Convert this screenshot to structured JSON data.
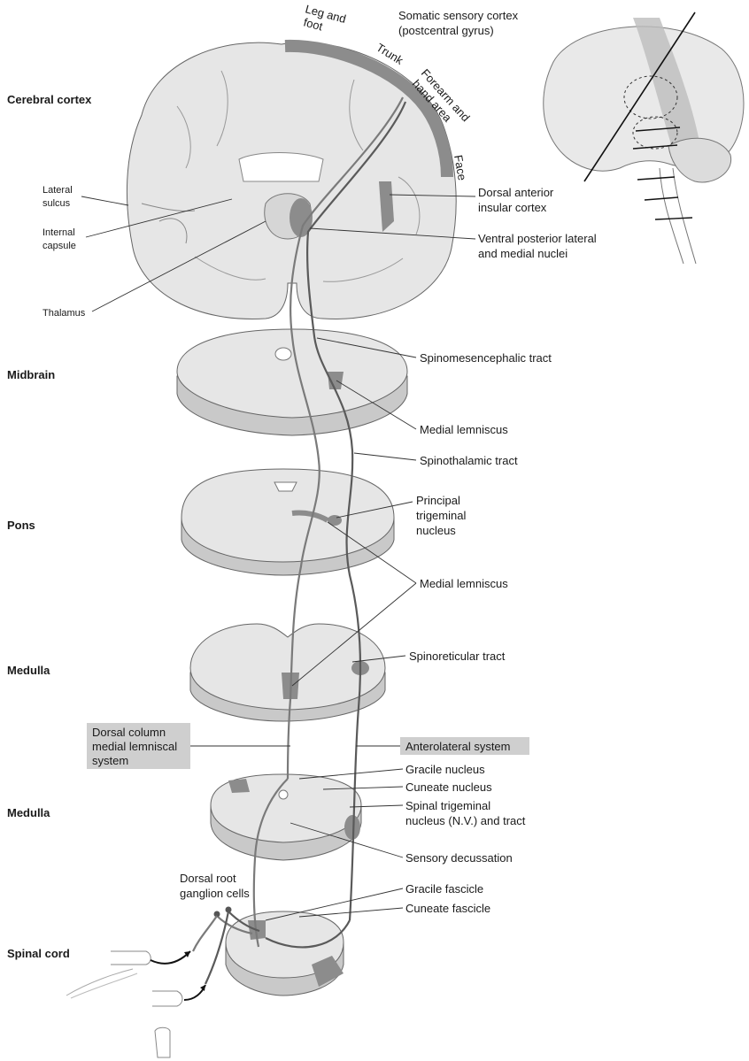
{
  "levels": {
    "cerebral_cortex": "Cerebral cortex",
    "midbrain": "Midbrain",
    "pons": "Pons",
    "medulla_upper": "Medulla",
    "medulla_lower": "Medulla",
    "spinal_cord": "Spinal cord"
  },
  "cortex_labels": {
    "leg_foot": [
      "Leg and",
      "foot"
    ],
    "trunk": "Trunk",
    "forearm": [
      "Forearm and",
      "hand area"
    ],
    "face": "Face",
    "somatic": [
      "Somatic sensory cortex",
      "(postcentral gyrus)"
    ],
    "lateral_sulcus": [
      "Lateral",
      "sulcus"
    ],
    "internal_capsule": [
      "Internal",
      "capsule"
    ],
    "thalamus": "Thalamus",
    "insular": [
      "Dorsal anterior",
      "insular cortex"
    ],
    "vpl": [
      "Ventral posterior lateral",
      "and medial nuclei"
    ]
  },
  "tract_labels": {
    "spinomesencephalic": "Spinomesencephalic tract",
    "medial_lemniscus_1": "Medial lemniscus",
    "spinothalamic": "Spinothalamic tract",
    "principal_trigeminal": [
      "Principal",
      "trigeminal",
      "nucleus"
    ],
    "medial_lemniscus_2": "Medial lemniscus",
    "spinoreticular": "Spinoreticular tract",
    "dorsal_column": [
      "Dorsal column",
      "medial lemniscal",
      "system"
    ],
    "anterolateral": "Anterolateral system",
    "gracile_nucleus": "Gracile nucleus",
    "cuneate_nucleus": "Cuneate nucleus",
    "spinal_trigeminal": [
      "Spinal trigeminal",
      "nucleus (N.V.) and tract"
    ],
    "sensory_decussation": "Sensory decussation",
    "drg": [
      "Dorsal root",
      "ganglion cells"
    ],
    "gracile_fascicle": "Gracile fascicle",
    "cuneate_fascicle": "Cuneate fascicle"
  },
  "colors": {
    "tissue": "#e6e6e6",
    "dark_gray": "#8c8c8c",
    "box": "#cfcfcf"
  }
}
